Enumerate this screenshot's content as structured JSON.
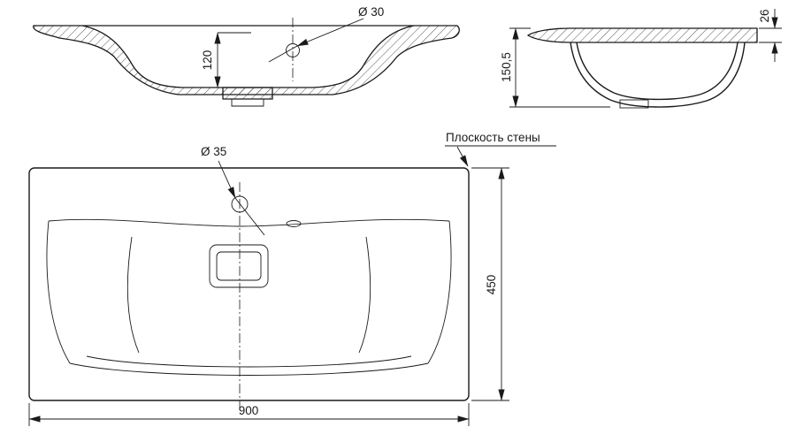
{
  "drawing": {
    "front_view": {
      "hole_diameter": "Ø 30",
      "depth": "120"
    },
    "side_view": {
      "rim_thickness": "26",
      "height": "150,5"
    },
    "plan_view": {
      "hole_diameter": "Ø 35",
      "wall_plane": "Плоскость стены",
      "depth": "450",
      "width": "900"
    },
    "colors": {
      "line": "#1a1a1a",
      "background": "#ffffff"
    }
  }
}
